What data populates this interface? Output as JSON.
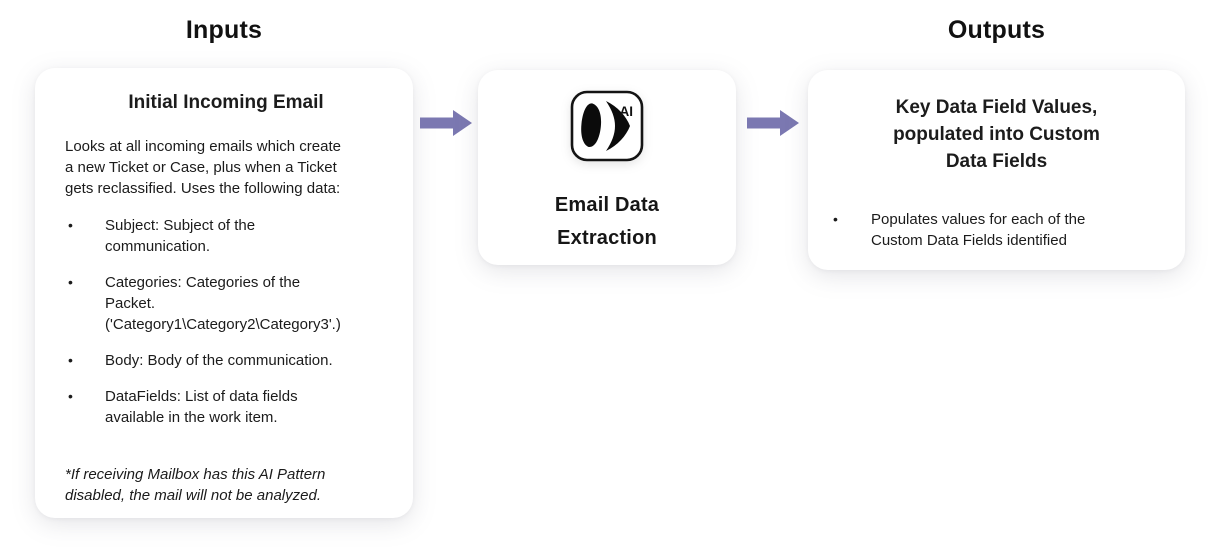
{
  "headers": {
    "inputs": "Inputs",
    "outputs": "Outputs"
  },
  "colors": {
    "arrow": "#7b78b1",
    "text": "#1a1a1a",
    "card_bg": "#ffffff",
    "icon_stroke": "#141414"
  },
  "glyphs": {
    "bullet": "•"
  },
  "input_card": {
    "title": "Initial Incoming Email",
    "intro": "Looks at all incoming emails which create a new Ticket or Case, plus when a Ticket gets reclassified. Uses the following data:",
    "bullets": [
      "Subject: Subject of the communication.",
      "Categories: Categories of the Packet. ('Category1\\Category2\\Category3'.)",
      "Body: Body of the communication.",
      "DataFields: List of data fields available in the work item."
    ],
    "footnote": "*If receiving Mailbox has this AI Pattern disabled, the mail will not be analyzed."
  },
  "process_card": {
    "icon_label": "AI",
    "title_lines": [
      "Email Data",
      "Extraction"
    ]
  },
  "output_card": {
    "title": "Key Data Field Values, populated into Custom Data Fields",
    "bullets": [
      "Populates values for each of the Custom Data Fields identified"
    ]
  }
}
